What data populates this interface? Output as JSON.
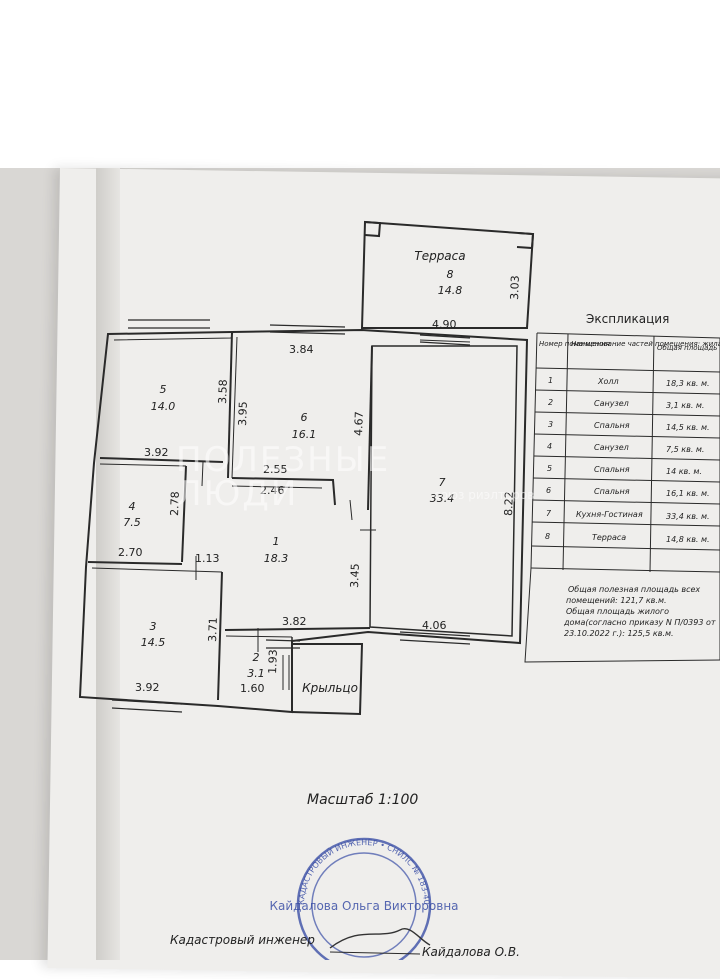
{
  "plan": {
    "rooms": [
      {
        "num": "1",
        "area": "18.3"
      },
      {
        "num": "2",
        "area": "3.1"
      },
      {
        "num": "3",
        "area": "14.5"
      },
      {
        "num": "4",
        "area": "7.5"
      },
      {
        "num": "5",
        "area": "14.0"
      },
      {
        "num": "6",
        "area": "16.1"
      },
      {
        "num": "7",
        "area": "33.4"
      },
      {
        "num": "8",
        "area": "14.8"
      }
    ],
    "terrace_label": "Терраса",
    "porch_label": "Крыльцо",
    "dims": {
      "d_303": "3.03",
      "d_490": "4.90",
      "d_384": "3.84",
      "d_358": "3.58",
      "d_395": "3.95",
      "d_467": "4.67",
      "d_392a": "3.92",
      "d_255": "2.55",
      "d_246": "2.46",
      "d_278": "2.78",
      "d_822": "8.22",
      "d_270": "2.70",
      "d_113": "1.13",
      "d_345": "3.45",
      "d_382": "3.82",
      "d_371": "3.71",
      "d_406": "4.06",
      "d_193": "1.93",
      "d_160": "1.60",
      "d_392b": "3.92"
    }
  },
  "table": {
    "title": "Экспликация",
    "headers": [
      "Номер поме-щения",
      "Наименование частей помещения: жилая комната и т.п.",
      "Общая площадь помещения"
    ],
    "rows": [
      [
        "1",
        "Холл",
        "18,3 кв. м."
      ],
      [
        "2",
        "Санузел",
        "3,1 кв. м."
      ],
      [
        "3",
        "Спальня",
        "14,5 кв. м."
      ],
      [
        "4",
        "Санузел",
        "7,5 кв. м."
      ],
      [
        "5",
        "Спальня",
        "14 кв. м."
      ],
      [
        "6",
        "Спальня",
        "16,1 кв. м."
      ],
      [
        "7",
        "Кухня-Гостиная",
        "33,4 кв. м."
      ],
      [
        "8",
        "Терраса",
        "14,8 кв. м."
      ]
    ],
    "note_1": "Общая полезная площадь всех",
    "note_2": "помещений: 121,7 кв.м.",
    "note_3": "Общая площадь жилого",
    "note_4": "дома(согласно приказу N П/0393 от",
    "note_5": "23.10.2022 г.): 125,5 кв.м."
  },
  "scale": "Масштаб 1:100",
  "signature": {
    "role": "Кадастровый инженер",
    "name": "Кайдалова О.В.",
    "stamp_text": "КАДАСТРОВЫЙ ИНЖЕНЕР • СНИЛС № 183-409-47",
    "stamp_name": "Кайдалова Ольга Викторовна"
  },
  "watermark": {
    "main_1": "ПОЛЕЗНЫЕ",
    "main_2": "ЛЮДИ",
    "sub": "союз риэлторов"
  },
  "colors": {
    "line": "#2a2a2a",
    "stamp": "#3b4fa6",
    "paper": "#efeeec"
  }
}
